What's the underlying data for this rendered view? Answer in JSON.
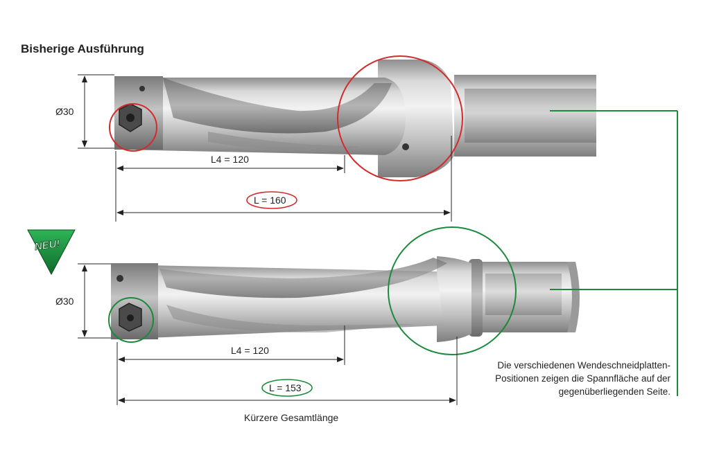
{
  "old_design": {
    "title": "Bisherige Ausführung",
    "diameter": "Ø30",
    "l4": "L4 = 120",
    "length": "L = 160"
  },
  "new_design": {
    "badge": "NEU!",
    "diameter": "Ø30",
    "l4": "L4 = 120",
    "length": "L = 153",
    "caption": "Kürzere Gesamtlänge"
  },
  "note": {
    "line1": "Die verschiedenen Wendeschneidplatten-",
    "line2": "Positionen zeigen die Spannfläche auf der",
    "line3": "gegenüberliegenden Seite."
  },
  "colors": {
    "old_highlight": "#d42a2a",
    "new_highlight": "#1a8a3a",
    "connector": "#1a8a3a"
  }
}
